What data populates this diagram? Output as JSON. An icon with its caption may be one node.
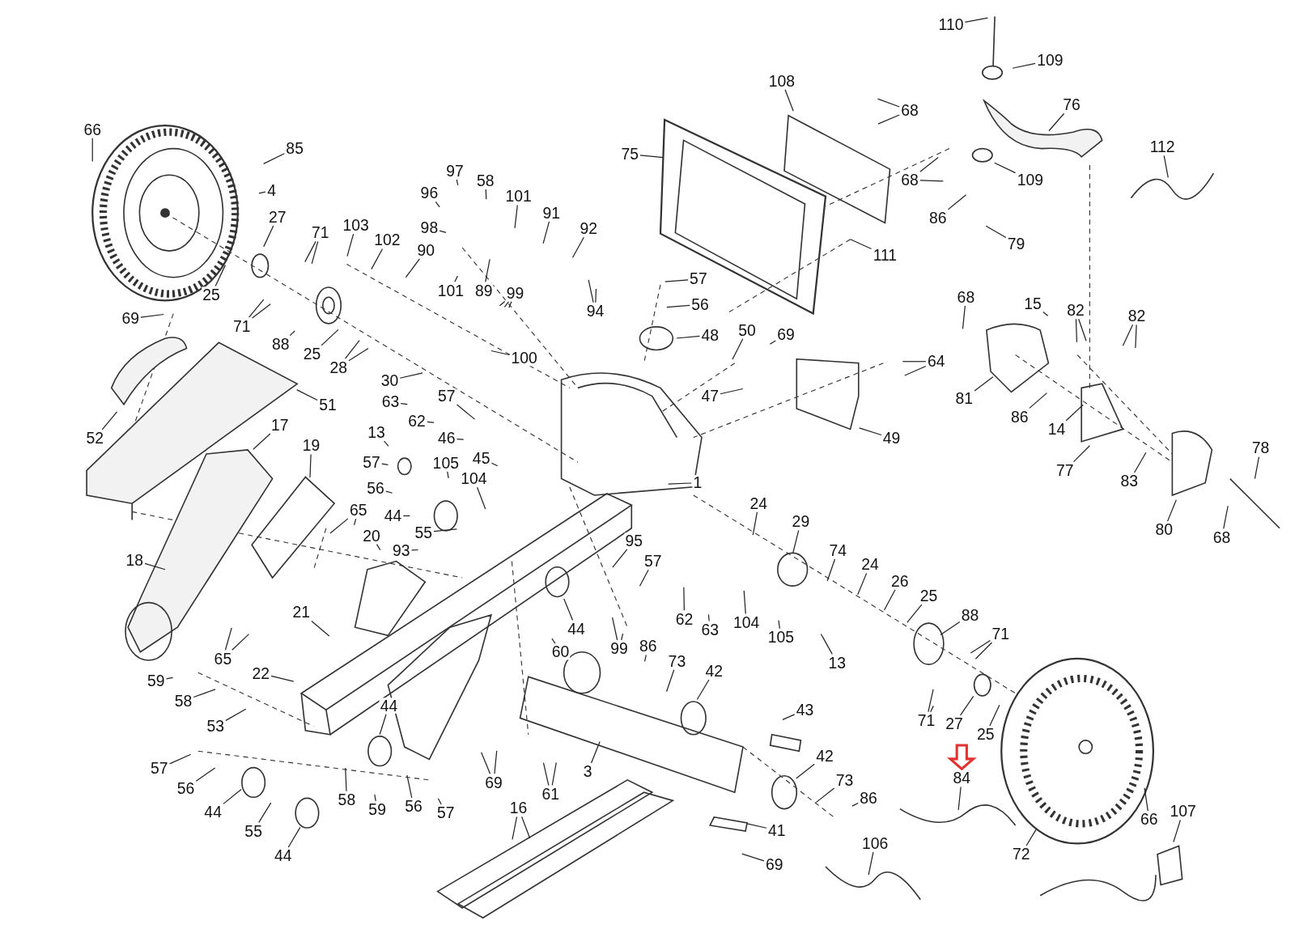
{
  "diagram": {
    "nodes": [
      {
        "text": [
          "110"
        ]
      },
      {
        "text": [
          "109"
        ]
      },
      {
        "text": [
          "108"
        ]
      },
      {
        "text": [
          "68"
        ]
      },
      {
        "text": [
          "76"
        ]
      },
      {
        "text": [
          "75"
        ]
      },
      {
        "text": [
          "112"
        ]
      },
      {
        "text": [
          "68"
        ]
      },
      {
        "text": [
          "109"
        ]
      },
      {
        "text": [
          "86"
        ]
      },
      {
        "text": [
          "79"
        ]
      },
      {
        "text": [
          "111"
        ]
      },
      {
        "text": [
          "66"
        ]
      },
      {
        "text": [
          "85"
        ]
      },
      {
        "text": [
          "4"
        ]
      },
      {
        "text": [
          "27"
        ]
      },
      {
        "text": [
          "25"
        ]
      },
      {
        "text": [
          "71"
        ]
      },
      {
        "text": [
          "71"
        ]
      },
      {
        "text": [
          "88"
        ]
      },
      {
        "text": [
          "103"
        ]
      },
      {
        "text": [
          "102"
        ]
      },
      {
        "text": [
          "90"
        ]
      },
      {
        "text": [
          "97"
        ]
      },
      {
        "text": [
          "58"
        ]
      },
      {
        "text": [
          "96"
        ]
      },
      {
        "text": [
          "98"
        ]
      },
      {
        "text": [
          "101"
        ]
      },
      {
        "text": [
          "91"
        ]
      },
      {
        "text": [
          "92"
        ]
      },
      {
        "text": [
          "94"
        ]
      },
      {
        "text": [
          "101"
        ]
      },
      {
        "text": [
          "89"
        ]
      },
      {
        "text": [
          "99"
        ]
      },
      {
        "text": [
          "100"
        ]
      },
      {
        "text": [
          "25"
        ]
      },
      {
        "text": [
          "28"
        ]
      },
      {
        "text": [
          "69"
        ]
      },
      {
        "text": [
          "52"
        ]
      },
      {
        "text": [
          "51"
        ]
      },
      {
        "text": [
          "30"
        ]
      },
      {
        "text": [
          "63"
        ]
      },
      {
        "text": [
          "57"
        ]
      },
      {
        "text": [
          "62"
        ]
      },
      {
        "text": [
          "46"
        ]
      },
      {
        "text": [
          "13"
        ]
      },
      {
        "text": [
          "45"
        ]
      },
      {
        "text": [
          "57"
        ]
      },
      {
        "text": [
          "105"
        ]
      },
      {
        "text": [
          "104"
        ]
      },
      {
        "text": [
          "56"
        ]
      },
      {
        "text": [
          "44"
        ]
      },
      {
        "text": [
          "55"
        ]
      },
      {
        "text": [
          "93"
        ]
      },
      {
        "text": [
          "17"
        ]
      },
      {
        "text": [
          "19"
        ]
      },
      {
        "text": [
          "65"
        ]
      },
      {
        "text": [
          "20"
        ]
      },
      {
        "text": [
          "18"
        ]
      },
      {
        "text": [
          "21"
        ]
      },
      {
        "text": [
          "65"
        ]
      },
      {
        "text": [
          "59"
        ]
      },
      {
        "text": [
          "58"
        ]
      },
      {
        "text": [
          "22"
        ]
      },
      {
        "text": [
          "53"
        ]
      },
      {
        "text": [
          "57"
        ]
      },
      {
        "text": [
          "56"
        ]
      },
      {
        "text": [
          "44"
        ]
      },
      {
        "text": [
          "55"
        ]
      },
      {
        "text": [
          "44"
        ]
      },
      {
        "text": [
          "58"
        ]
      },
      {
        "text": [
          "59"
        ]
      },
      {
        "text": [
          "44"
        ]
      },
      {
        "text": [
          "56"
        ]
      },
      {
        "text": [
          "57"
        ]
      },
      {
        "text": [
          "69"
        ]
      },
      {
        "text": [
          "61"
        ]
      },
      {
        "text": [
          "3"
        ]
      },
      {
        "text": [
          "16"
        ]
      },
      {
        "text": [
          "57"
        ]
      },
      {
        "text": [
          "56"
        ]
      },
      {
        "text": [
          "48"
        ]
      },
      {
        "text": [
          "50"
        ]
      },
      {
        "text": [
          "69"
        ]
      },
      {
        "text": [
          "47"
        ]
      },
      {
        "text": [
          "64"
        ]
      },
      {
        "text": [
          "49"
        ]
      },
      {
        "text": [
          "1"
        ]
      },
      {
        "text": [
          "95"
        ]
      },
      {
        "text": [
          "57"
        ]
      },
      {
        "text": [
          "44"
        ]
      },
      {
        "text": [
          "99"
        ]
      },
      {
        "text": [
          "60"
        ]
      },
      {
        "text": [
          "86"
        ]
      },
      {
        "text": [
          "73"
        ]
      },
      {
        "text": [
          "42"
        ]
      },
      {
        "text": [
          "62"
        ]
      },
      {
        "text": [
          "63"
        ]
      },
      {
        "text": [
          "104"
        ]
      },
      {
        "text": [
          "105"
        ]
      },
      {
        "text": [
          "13"
        ]
      },
      {
        "text": [
          "24"
        ]
      },
      {
        "text": [
          "29"
        ]
      },
      {
        "text": [
          "74"
        ]
      },
      {
        "text": [
          "24"
        ]
      },
      {
        "text": [
          "26"
        ]
      },
      {
        "text": [
          "25"
        ]
      },
      {
        "text": [
          "88"
        ]
      },
      {
        "text": [
          "71"
        ]
      },
      {
        "text": [
          "71"
        ]
      },
      {
        "text": [
          "27"
        ]
      },
      {
        "text": [
          "25"
        ]
      },
      {
        "text": [
          "43"
        ]
      },
      {
        "text": [
          "42"
        ]
      },
      {
        "text": [
          "73"
        ]
      },
      {
        "text": [
          "86"
        ]
      },
      {
        "text": [
          "41"
        ]
      },
      {
        "text": [
          "69"
        ]
      },
      {
        "text": [
          "84"
        ]
      },
      {
        "text": [
          "106"
        ]
      },
      {
        "text": [
          "72"
        ]
      },
      {
        "text": [
          "66"
        ]
      },
      {
        "text": [
          "107"
        ]
      },
      {
        "text": [
          "68"
        ]
      },
      {
        "text": [
          "15"
        ]
      },
      {
        "text": [
          "82"
        ]
      },
      {
        "text": [
          "82"
        ]
      },
      {
        "text": [
          "81"
        ]
      },
      {
        "text": [
          "86"
        ]
      },
      {
        "text": [
          "14"
        ]
      },
      {
        "text": [
          "77"
        ]
      },
      {
        "text": [
          "83"
        ]
      },
      {
        "text": [
          "78"
        ]
      },
      {
        "text": [
          "80"
        ]
      },
      {
        "text": [
          "68"
        ]
      }
    ],
    "edges": [
      {
        "from": 0,
        "to": null,
        "arrow": "none"
      },
      {
        "from": 1,
        "to": null,
        "arrow": "none"
      },
      {
        "from": 2,
        "to": null,
        "arrow": "none"
      },
      {
        "from": 3,
        "to": null,
        "arrow": "none"
      },
      {
        "from": 3,
        "to": null,
        "arrow": "none"
      },
      {
        "from": 4,
        "to": null,
        "arrow": "none"
      },
      {
        "from": 5,
        "to": null,
        "arrow": "none"
      },
      {
        "from": 6,
        "to": null,
        "arrow": "none"
      },
      {
        "from": 7,
        "to": null,
        "arrow": "none"
      },
      {
        "from": 7,
        "to": null,
        "arrow": "none"
      },
      {
        "from": 8,
        "to": null,
        "arrow": "none"
      },
      {
        "from": 9,
        "to": null,
        "arrow": "none"
      },
      {
        "from": 10,
        "to": null,
        "arrow": "none"
      },
      {
        "from": 11,
        "to": null,
        "arrow": "none"
      },
      {
        "from": 12,
        "to": null,
        "arrow": "none"
      },
      {
        "from": 13,
        "to": null,
        "arrow": "none"
      },
      {
        "from": 14,
        "to": null,
        "arrow": "none"
      },
      {
        "from": 15,
        "to": null,
        "arrow": "none"
      },
      {
        "from": 16,
        "to": null,
        "arrow": "none"
      },
      {
        "from": 17,
        "to": null,
        "arrow": "none"
      },
      {
        "from": 17,
        "to": null,
        "arrow": "none"
      },
      {
        "from": 18,
        "to": null,
        "arrow": "none"
      },
      {
        "from": 18,
        "to": null,
        "arrow": "none"
      },
      {
        "from": 19,
        "to": null,
        "arrow": "none"
      },
      {
        "from": 20,
        "to": null,
        "arrow": "none"
      },
      {
        "from": 21,
        "to": null,
        "arrow": "none"
      },
      {
        "from": 22,
        "to": null,
        "arrow": "none"
      },
      {
        "from": 23,
        "to": null,
        "arrow": "none"
      },
      {
        "from": 24,
        "to": null,
        "arrow": "none"
      },
      {
        "from": 25,
        "to": null,
        "arrow": "none"
      },
      {
        "from": 26,
        "to": null,
        "arrow": "none"
      },
      {
        "from": 27,
        "to": null,
        "arrow": "none"
      },
      {
        "from": 28,
        "to": null,
        "arrow": "none"
      },
      {
        "from": 29,
        "to": null,
        "arrow": "none"
      },
      {
        "from": 30,
        "to": null,
        "arrow": "none"
      },
      {
        "from": 30,
        "to": null,
        "arrow": "none"
      },
      {
        "from": 31,
        "to": null,
        "arrow": "none"
      },
      {
        "from": 32,
        "to": null,
        "arrow": "none"
      },
      {
        "from": 33,
        "to": null,
        "arrow": "none"
      },
      {
        "from": 33,
        "to": null,
        "arrow": "none"
      },
      {
        "from": 33,
        "to": null,
        "arrow": "none"
      },
      {
        "from": 34,
        "to": null,
        "arrow": "none"
      },
      {
        "from": 35,
        "to": null,
        "arrow": "none"
      },
      {
        "from": 36,
        "to": null,
        "arrow": "none"
      },
      {
        "from": 36,
        "to": null,
        "arrow": "none"
      },
      {
        "from": 37,
        "to": null,
        "arrow": "none"
      },
      {
        "from": 38,
        "to": null,
        "arrow": "none"
      },
      {
        "from": 39,
        "to": null,
        "arrow": "none"
      },
      {
        "from": 40,
        "to": null,
        "arrow": "none"
      },
      {
        "from": 41,
        "to": null,
        "arrow": "none"
      },
      {
        "from": 42,
        "to": null,
        "arrow": "none"
      },
      {
        "from": 43,
        "to": null,
        "arrow": "none"
      },
      {
        "from": 44,
        "to": null,
        "arrow": "none"
      },
      {
        "from": 45,
        "to": null,
        "arrow": "none"
      },
      {
        "from": 46,
        "to": null,
        "arrow": "none"
      },
      {
        "from": 47,
        "to": null,
        "arrow": "none"
      },
      {
        "from": 48,
        "to": null,
        "arrow": "none"
      },
      {
        "from": 49,
        "to": null,
        "arrow": "none"
      },
      {
        "from": 50,
        "to": null,
        "arrow": "none"
      },
      {
        "from": 51,
        "to": null,
        "arrow": "none"
      },
      {
        "from": 52,
        "to": null,
        "arrow": "none"
      },
      {
        "from": 53,
        "to": null,
        "arrow": "none"
      },
      {
        "from": 54,
        "to": null,
        "arrow": "none"
      },
      {
        "from": 55,
        "to": null,
        "arrow": "none"
      },
      {
        "from": 56,
        "to": null,
        "arrow": "none"
      },
      {
        "from": 56,
        "to": null,
        "arrow": "none"
      },
      {
        "from": 57,
        "to": null,
        "arrow": "none"
      },
      {
        "from": 58,
        "to": null,
        "arrow": "none"
      },
      {
        "from": 59,
        "to": null,
        "arrow": "none"
      },
      {
        "from": 60,
        "to": null,
        "arrow": "none"
      },
      {
        "from": 60,
        "to": null,
        "arrow": "none"
      },
      {
        "from": 61,
        "to": null,
        "arrow": "none"
      },
      {
        "from": 62,
        "to": null,
        "arrow": "none"
      },
      {
        "from": 63,
        "to": null,
        "arrow": "none"
      },
      {
        "from": 64,
        "to": null,
        "arrow": "none"
      },
      {
        "from": 65,
        "to": null,
        "arrow": "none"
      },
      {
        "from": 66,
        "to": null,
        "arrow": "none"
      },
      {
        "from": 67,
        "to": null,
        "arrow": "none"
      },
      {
        "from": 68,
        "to": null,
        "arrow": "none"
      },
      {
        "from": 69,
        "to": null,
        "arrow": "none"
      },
      {
        "from": 70,
        "to": null,
        "arrow": "none"
      },
      {
        "from": 71,
        "to": null,
        "arrow": "none"
      },
      {
        "from": 72,
        "to": null,
        "arrow": "none"
      },
      {
        "from": 73,
        "to": null,
        "arrow": "none"
      },
      {
        "from": 74,
        "to": null,
        "arrow": "none"
      },
      {
        "from": 75,
        "to": null,
        "arrow": "none"
      },
      {
        "from": 75,
        "to": null,
        "arrow": "none"
      },
      {
        "from": 76,
        "to": null,
        "arrow": "none"
      },
      {
        "from": 76,
        "to": null,
        "arrow": "none"
      },
      {
        "from": 77,
        "to": null,
        "arrow": "none"
      },
      {
        "from": 78,
        "to": null,
        "arrow": "none"
      },
      {
        "from": 78,
        "to": null,
        "arrow": "none"
      },
      {
        "from": 79,
        "to": null,
        "arrow": "none"
      },
      {
        "from": 80,
        "to": null,
        "arrow": "none"
      },
      {
        "from": 81,
        "to": null,
        "arrow": "none"
      },
      {
        "from": 82,
        "to": null,
        "arrow": "none"
      },
      {
        "from": 83,
        "to": null,
        "arrow": "none"
      },
      {
        "from": 84,
        "to": null,
        "arrow": "none"
      },
      {
        "from": 85,
        "to": null,
        "arrow": "none"
      },
      {
        "from": 85,
        "to": null,
        "arrow": "none"
      },
      {
        "from": 86,
        "to": null,
        "arrow": "none"
      },
      {
        "from": 87,
        "to": null,
        "arrow": "none"
      },
      {
        "from": 88,
        "to": null,
        "arrow": "none"
      },
      {
        "from": 89,
        "to": null,
        "arrow": "none"
      },
      {
        "from": 90,
        "to": null,
        "arrow": "none"
      },
      {
        "from": 91,
        "to": null,
        "arrow": "none"
      },
      {
        "from": 91,
        "to": null,
        "arrow": "none"
      },
      {
        "from": 92,
        "to": null,
        "arrow": "none"
      },
      {
        "from": 93,
        "to": null,
        "arrow": "none"
      },
      {
        "from": 94,
        "to": null,
        "arrow": "none"
      },
      {
        "from": 95,
        "to": null,
        "arrow": "none"
      },
      {
        "from": 96,
        "to": null,
        "arrow": "none"
      },
      {
        "from": 97,
        "to": null,
        "arrow": "none"
      },
      {
        "from": 98,
        "to": null,
        "arrow": "none"
      },
      {
        "from": 99,
        "to": null,
        "arrow": "none"
      },
      {
        "from": 100,
        "to": null,
        "arrow": "none"
      },
      {
        "from": 101,
        "to": null,
        "arrow": "none"
      },
      {
        "from": 102,
        "to": null,
        "arrow": "none"
      },
      {
        "from": 103,
        "to": null,
        "arrow": "none"
      },
      {
        "from": 104,
        "to": null,
        "arrow": "none"
      },
      {
        "from": 105,
        "to": null,
        "arrow": "none"
      },
      {
        "from": 106,
        "to": null,
        "arrow": "none"
      },
      {
        "from": 107,
        "to": null,
        "arrow": "none"
      },
      {
        "from": 108,
        "to": null,
        "arrow": "none"
      },
      {
        "from": 108,
        "to": null,
        "arrow": "none"
      },
      {
        "from": 109,
        "to": null,
        "arrow": "none"
      },
      {
        "from": 109,
        "to": null,
        "arrow": "none"
      },
      {
        "from": 110,
        "to": null,
        "arrow": "none"
      },
      {
        "from": 111,
        "to": null,
        "arrow": "none"
      },
      {
        "from": 112,
        "to": null,
        "arrow": "none"
      },
      {
        "from": 113,
        "to": null,
        "arrow": "none"
      },
      {
        "from": 114,
        "to": null,
        "arrow": "none"
      },
      {
        "from": 115,
        "to": null,
        "arrow": "none"
      },
      {
        "from": 116,
        "to": null,
        "arrow": "none"
      },
      {
        "from": 117,
        "to": null,
        "arrow": "none"
      },
      {
        "from": 118,
        "to": null,
        "arrow": "none"
      },
      {
        "from": 119,
        "to": null,
        "arrow": "none"
      },
      {
        "from": 120,
        "to": null,
        "arrow": "none"
      },
      {
        "from": 121,
        "to": null,
        "arrow": "none"
      },
      {
        "from": 122,
        "to": null,
        "arrow": "none"
      },
      {
        "from": 123,
        "to": null,
        "arrow": "none"
      },
      {
        "from": 124,
        "to": null,
        "arrow": "none"
      },
      {
        "from": 125,
        "to": null,
        "arrow": "none"
      },
      {
        "from": 125,
        "to": null,
        "arrow": "none"
      },
      {
        "from": 126,
        "to": null,
        "arrow": "none"
      },
      {
        "from": 126,
        "to": null,
        "arrow": "none"
      },
      {
        "from": 127,
        "to": null,
        "arrow": "none"
      },
      {
        "from": 128,
        "to": null,
        "arrow": "none"
      },
      {
        "from": 129,
        "to": null,
        "arrow": "none"
      },
      {
        "from": 130,
        "to": null,
        "arrow": "none"
      },
      {
        "from": 131,
        "to": null,
        "arrow": "none"
      },
      {
        "from": 132,
        "to": null,
        "arrow": "none"
      },
      {
        "from": 133,
        "to": null,
        "arrow": "none"
      },
      {
        "from": 134,
        "to": null,
        "arrow": "none"
      },
      {
        "from": null,
        "to": 118,
        "arrow": "to",
        "style": "thick",
        "color": "#e53030"
      }
    ]
  }
}
